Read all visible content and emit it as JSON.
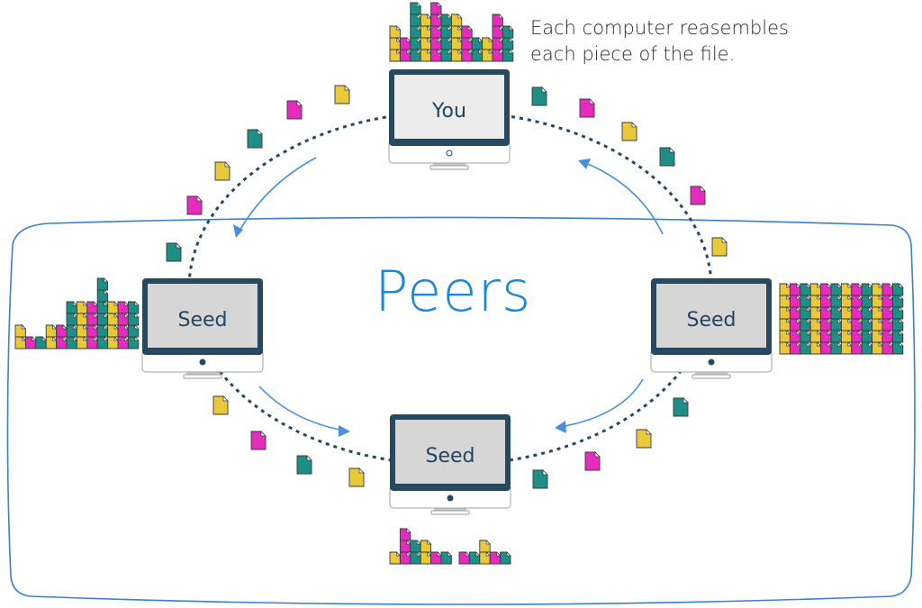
{
  "caption": {
    "line1": "Each computer reasembles",
    "line2": "each piece of the file."
  },
  "group_label": "Peers",
  "colors": {
    "yellow": "#e8c93a",
    "magenta": "#e62bbf",
    "teal": "#1e8f86",
    "bezel": "#26495f",
    "ring_dots": "#26495f",
    "arrow": "#4a8fd9",
    "boundary": "#3a7fd3",
    "peers_text": "#1e88d6",
    "screen_you": "#ececec",
    "screen_seed": "#d6d6d6"
  },
  "computers": [
    {
      "id": "you",
      "label": "You"
    },
    {
      "id": "seed-left",
      "label": "Seed"
    },
    {
      "id": "seed-right",
      "label": "Seed"
    },
    {
      "id": "seed-bottom",
      "label": "Seed"
    }
  ],
  "stacks": {
    "you": {
      "note": "pieces assembled by You",
      "columns": [
        {
          "color": "yellow",
          "count": 3
        },
        {
          "color": "magenta",
          "count": 2
        },
        {
          "color": "teal",
          "count": 5
        },
        {
          "color": "yellow",
          "count": 4
        },
        {
          "color": "magenta",
          "count": 5
        },
        {
          "color": "teal",
          "count": 4
        },
        {
          "color": "yellow",
          "count": 4
        },
        {
          "color": "magenta",
          "count": 3
        },
        {
          "color": "teal",
          "count": 2
        },
        {
          "color": "yellow",
          "count": 2
        },
        {
          "color": "magenta",
          "count": 4
        },
        {
          "color": "teal",
          "count": 3
        }
      ]
    },
    "seed-left": {
      "columns": [
        {
          "color": "yellow",
          "count": 2
        },
        {
          "color": "magenta",
          "count": 1
        },
        {
          "color": "teal",
          "count": 1
        },
        {
          "color": "yellow",
          "count": 2
        },
        {
          "color": "magenta",
          "count": 2
        },
        {
          "color": "teal",
          "count": 4
        },
        {
          "color": "yellow",
          "count": 4
        },
        {
          "color": "magenta",
          "count": 4
        },
        {
          "color": "teal",
          "count": 6
        },
        {
          "color": "yellow",
          "count": 4
        },
        {
          "color": "magenta",
          "count": 4
        },
        {
          "color": "teal",
          "count": 4
        }
      ]
    },
    "seed-right": {
      "columns": [
        {
          "color": "yellow",
          "count": 6
        },
        {
          "color": "magenta",
          "count": 6
        },
        {
          "color": "teal",
          "count": 6
        },
        {
          "color": "yellow",
          "count": 6
        },
        {
          "color": "magenta",
          "count": 6
        },
        {
          "color": "teal",
          "count": 6
        },
        {
          "color": "yellow",
          "count": 6
        },
        {
          "color": "magenta",
          "count": 6
        },
        {
          "color": "teal",
          "count": 6
        },
        {
          "color": "yellow",
          "count": 6
        },
        {
          "color": "magenta",
          "count": 6
        },
        {
          "color": "teal",
          "count": 6
        }
      ]
    },
    "seed-bottom-a": {
      "columns": [
        {
          "color": "yellow",
          "count": 1
        },
        {
          "color": "magenta",
          "count": 3
        },
        {
          "color": "teal",
          "count": 2
        },
        {
          "color": "yellow",
          "count": 2
        },
        {
          "color": "magenta",
          "count": 1
        },
        {
          "color": "teal",
          "count": 1
        }
      ]
    },
    "seed-bottom-b": {
      "columns": [
        {
          "color": "magenta",
          "count": 1
        },
        {
          "color": "teal",
          "count": 1
        },
        {
          "color": "yellow",
          "count": 2
        },
        {
          "color": "magenta",
          "count": 1
        },
        {
          "color": "teal",
          "count": 1
        }
      ]
    }
  },
  "transfers": {
    "you_to_left": [
      "yellow",
      "magenta",
      "teal",
      "yellow",
      "magenta",
      "teal"
    ],
    "right_to_you": [
      "teal",
      "magenta",
      "yellow",
      "teal",
      "magenta",
      "yellow"
    ],
    "left_to_bottom": [
      "yellow",
      "magenta",
      "teal",
      "yellow"
    ],
    "right_to_bottom": [
      "teal",
      "yellow",
      "magenta",
      "teal"
    ]
  }
}
